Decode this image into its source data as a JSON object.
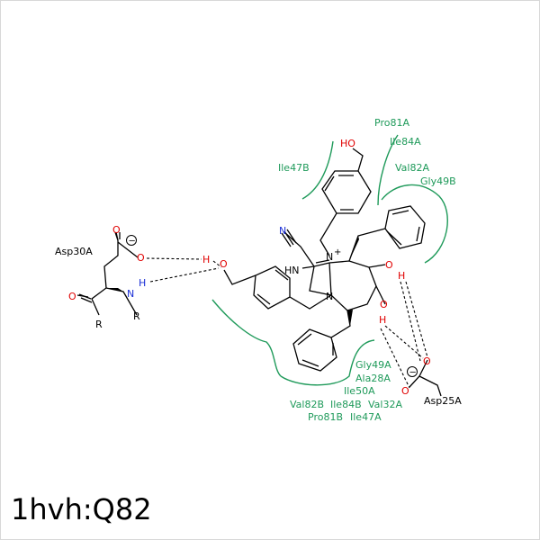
{
  "title": "1hvh:Q82",
  "residues": {
    "pro81a": "Pro81A",
    "ile84a": "Ile84A",
    "ile47b": "Ile47B",
    "val82a": "Val82A",
    "gly49b": "Gly49B",
    "asp30a": "Asp30A",
    "asp25a": "Asp25A",
    "gly49a": "Gly49A",
    "ala28a": "Ala28A",
    "ile50a": "Ile50A",
    "val82b": "Val82B",
    "ile84b": "Ile84B",
    "val32a": "Val32A",
    "pro81b": "Pro81B",
    "ile47a": "Ile47A"
  },
  "atoms": {
    "ho_top": "HO",
    "n_cyano": "N",
    "hn": "HN",
    "n_plus": "N",
    "n_ring": "N",
    "oh_right": "O",
    "h_right": "H",
    "o_right2": "O",
    "h_right2": "H",
    "o_left": "O",
    "h_left": "H",
    "o_asp30_1": "O",
    "o_asp30_2": "O",
    "o_amide": "O",
    "n_asp30": "N",
    "h_asp30": "H",
    "r1": "R",
    "r2": "R",
    "o_asp25_1": "O",
    "o_asp25_2": "O",
    "plus": "+",
    "minus": "−"
  },
  "colors": {
    "residue": "#1f9a5a",
    "oxygen": "#e00000",
    "nitrogen": "#1b2fd6",
    "bond": "#000000"
  }
}
